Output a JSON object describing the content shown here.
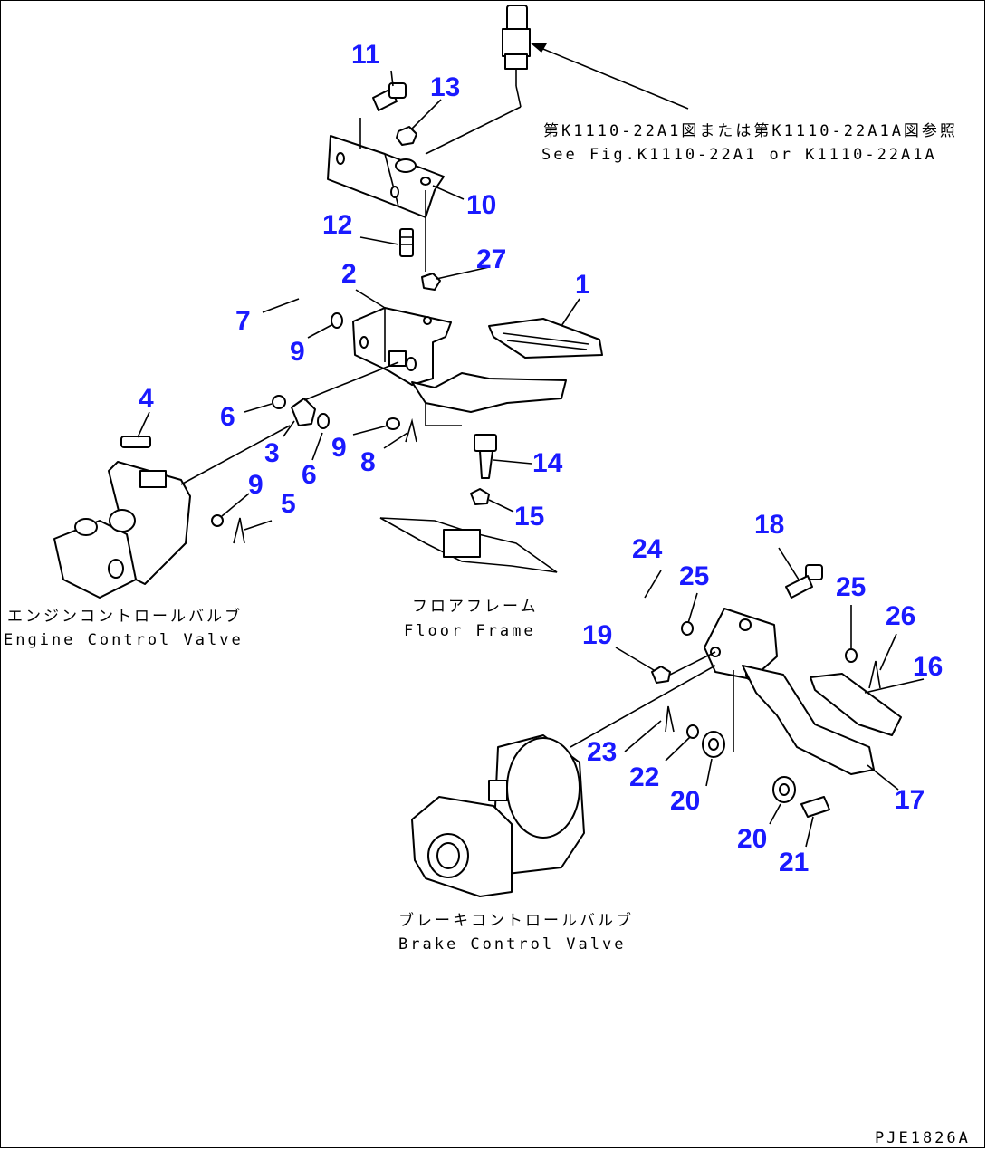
{
  "callouts": {
    "c1": "1",
    "c2": "2",
    "c3": "3",
    "c4": "4",
    "c5": "5",
    "c6a": "6",
    "c6b": "6",
    "c7": "7",
    "c8": "8",
    "c9a": "9",
    "c9b": "9",
    "c9c": "9",
    "c10": "10",
    "c11": "11",
    "c12": "12",
    "c13": "13",
    "c14": "14",
    "c15": "15",
    "c16": "16",
    "c17": "17",
    "c18": "18",
    "c19": "19",
    "c20a": "20",
    "c20b": "20",
    "c21": "21",
    "c22": "22",
    "c23": "23",
    "c24": "24",
    "c25a": "25",
    "c25b": "25",
    "c26": "26",
    "c27": "27"
  },
  "labels": {
    "reference_jp": "第K1110-22A1図または第K1110-22A1A図参照",
    "reference_en": "See Fig.K1110-22A1 or K1110-22A1A",
    "engine_valve_jp": "エンジンコントロールバルブ",
    "engine_valve_en": "Engine Control Valve",
    "floor_frame_jp": "フロアフレーム",
    "floor_frame_en": "Floor Frame",
    "brake_valve_jp": "ブレーキコントロールバルブ",
    "brake_valve_en": "Brake Control Valve",
    "drawing_code": "PJE1826A"
  },
  "colors": {
    "callout": "#1a1aff",
    "line": "#000000"
  }
}
